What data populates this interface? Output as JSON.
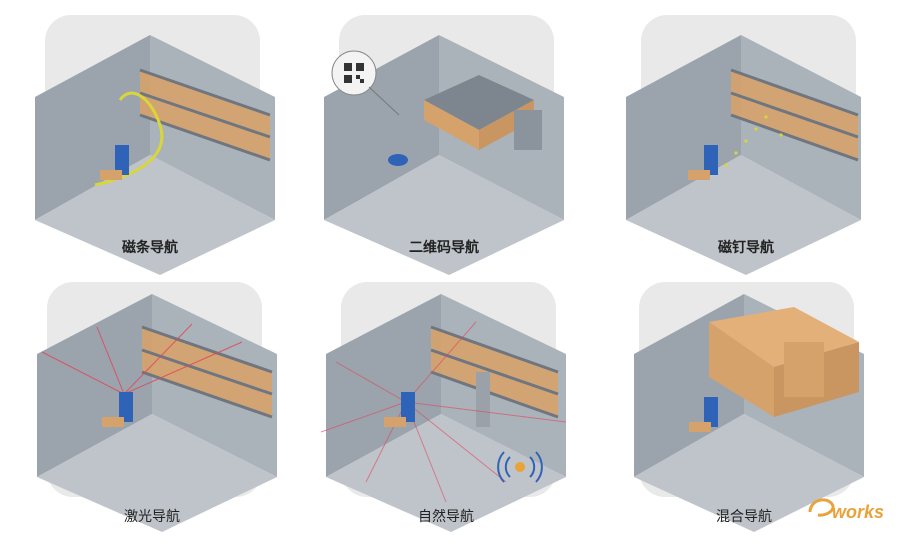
{
  "labels": {
    "magnetic_strip": "磁条导航",
    "qr_code": "二维码导航",
    "magnetic_nail": "磁钉导航",
    "laser": "激光导航",
    "natural": "自然导航",
    "hybrid": "混合导航"
  },
  "logo": {
    "text": "e-works"
  },
  "colors": {
    "tile": "#e9e9e9",
    "wall": "#9ba4ad",
    "floor": "#b9bec4",
    "shelf": "#6f7680",
    "box": "#d6a26b",
    "agv": "#2f63b8",
    "laser": "#e0455a",
    "logo": "#e8a33a"
  }
}
